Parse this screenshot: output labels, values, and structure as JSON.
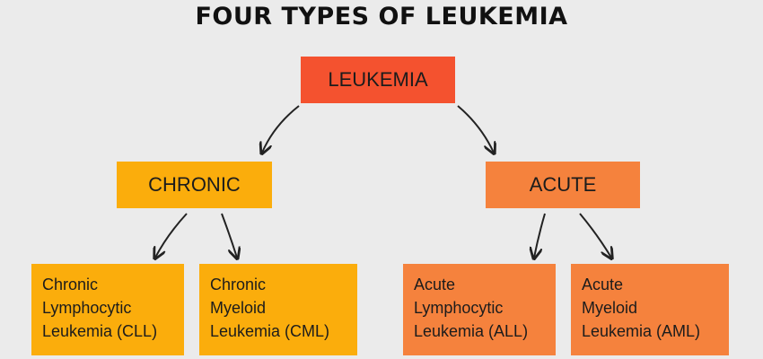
{
  "title": "FOUR TYPES OF LEUKEMIA",
  "root": {
    "label": "LEUKEMIA"
  },
  "categories": [
    {
      "label": "CHRONIC"
    },
    {
      "label": "ACUTE"
    }
  ],
  "types": [
    {
      "lines": [
        "Chronic",
        "Lymphocytic",
        "Leukemia (CLL)"
      ]
    },
    {
      "lines": [
        "Chronic",
        "Myeloid",
        "Leukemia (CML)"
      ]
    },
    {
      "lines": [
        "Acute",
        "Lymphocytic",
        "Leukemia (ALL)"
      ]
    },
    {
      "lines": [
        "Acute",
        "Myeloid",
        "Leukemia (AML)"
      ]
    }
  ],
  "colors": {
    "background": "#ebebeb",
    "root": "#f4522f",
    "chronic": "#fbad0c",
    "acute": "#f5823d",
    "arrow": "#222222"
  }
}
